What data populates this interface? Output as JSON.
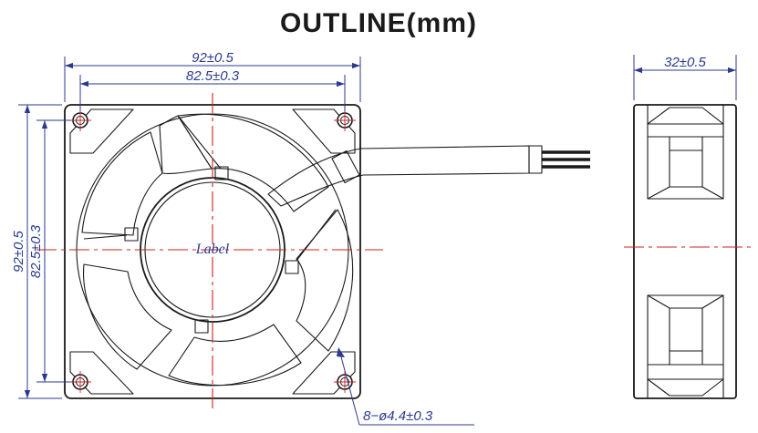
{
  "title": "OUTLINE(mm)",
  "dimensions": {
    "frame_width": "92±0.5",
    "hole_spacing_width": "82.5±0.3",
    "frame_height": "92±0.5",
    "hole_spacing_height": "82.5±0.3",
    "thickness": "32±0.5",
    "mounting_holes": "8−ø4.4±0.3"
  },
  "label": "Label",
  "colors": {
    "outline": "#1a1a1a",
    "dimension": "#2b3a8f",
    "centerline": "#d02020"
  }
}
